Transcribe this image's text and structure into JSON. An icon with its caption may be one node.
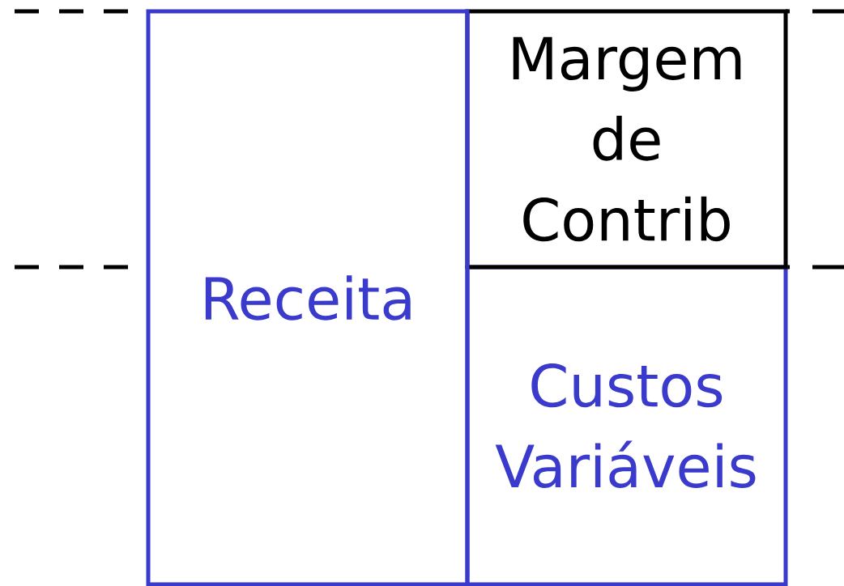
{
  "diagram": {
    "nodes": [
      {
        "text": [
          "Receita"
        ]
      },
      {
        "text": [
          "Margem de Contrib"
        ]
      },
      {
        "text": [
          "Custos Variáveis"
        ]
      }
    ]
  }
}
